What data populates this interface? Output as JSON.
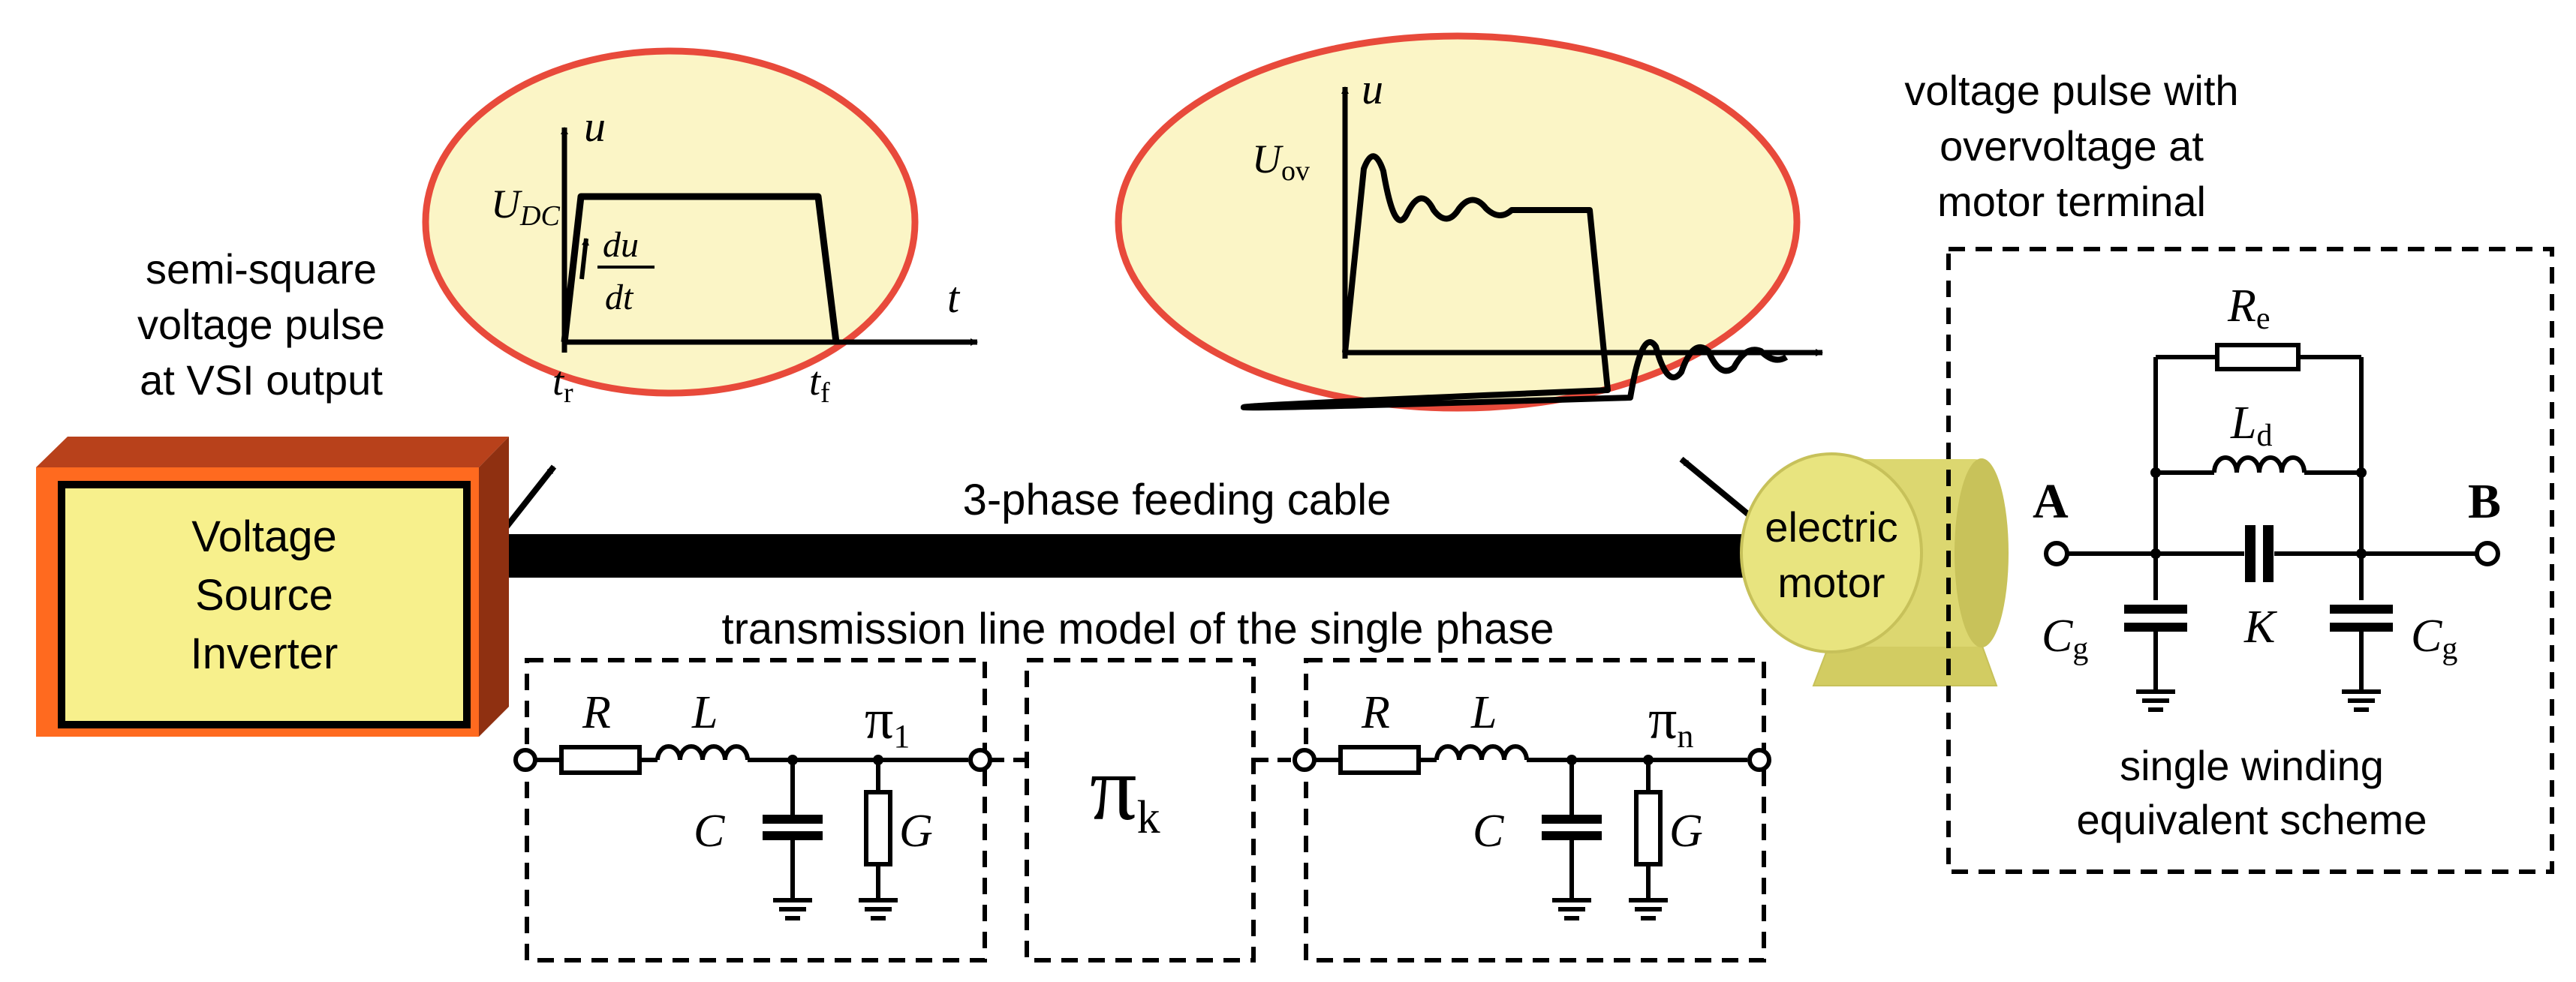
{
  "colors": {
    "ellipse_fill": "#fbf5c6",
    "ellipse_stroke": "#e84a3b",
    "vsi_outer": "#ff6a1f",
    "vsi_inner": "#f7f08c",
    "motor": "#e4e07e",
    "line": "#000000"
  },
  "vsi": {
    "line1": "Voltage",
    "line2": "Source",
    "line3": "Inverter"
  },
  "motor": {
    "line1": "electric",
    "line2": "motor"
  },
  "cable_label": "3-phase feeding cable",
  "tl_label": "transmission line model of the single phase",
  "left_caption": {
    "line1": "semi-square",
    "line2": "voltage pulse",
    "line3": "at VSI output"
  },
  "right_caption": {
    "line1": "voltage pulse with",
    "line2": "overvoltage at",
    "line3": "motor terminal"
  },
  "pulse_left": {
    "u": "u",
    "t": "t",
    "udc_main": "U",
    "udc_sub": "DC",
    "du": "du",
    "dt": "dt",
    "tr_main": "t",
    "tr_sub": "r",
    "tf_main": "t",
    "tf_sub": "f"
  },
  "pulse_right": {
    "u": "u",
    "uov_main": "U",
    "uov_sub": "ov"
  },
  "pi1": {
    "R": "R",
    "L": "L",
    "C": "C",
    "G": "G",
    "pi": "π",
    "sub": "1"
  },
  "pik": {
    "pi": "π",
    "sub": "k"
  },
  "pin": {
    "R": "R",
    "L": "L",
    "C": "C",
    "G": "G",
    "pi": "π",
    "sub": "n"
  },
  "winding": {
    "A": "A",
    "B": "B",
    "Re_main": "R",
    "Re_sub": "e",
    "Ld_main": "L",
    "Ld_sub": "d",
    "K": "K",
    "Cg_main": "C",
    "Cg_sub": "g",
    "caption1": "single winding",
    "caption2": "equivalent scheme"
  }
}
